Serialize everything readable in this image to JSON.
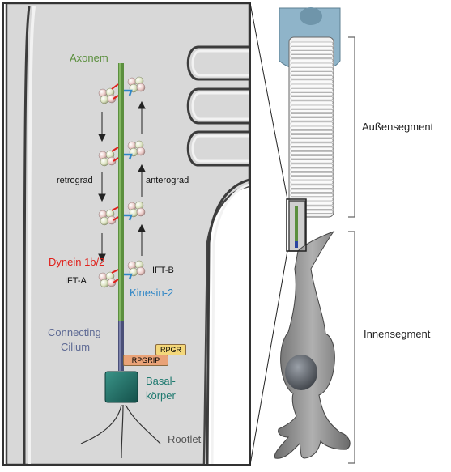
{
  "labels": {
    "axonem": "Axonem",
    "retrograd": "retrograd",
    "anterograd": "anterograd",
    "dynein": "Dynein 1b/2",
    "ift_a": "IFT-A",
    "ift_b": "IFT-B",
    "kinesin": "Kinesin-2",
    "connecting": "Connecting",
    "cilium": "Cilium",
    "rpgr": "RPGR",
    "rpgrip": "RPGRIP",
    "basal1": "Basal-",
    "basal2": "körper",
    "rootlet": "Rootlet",
    "aussensegment": "Außensegment",
    "innensegment": "Innensegment"
  },
  "colors": {
    "axoneme": "#5b8f3e",
    "dynein": "#e0201b",
    "kinesin": "#2f86c6",
    "basal_body": "#1f6b64",
    "cell_gray": "#8c8c8c",
    "outer_segment": "#eeeeee",
    "cap_blue": "#8fb4c9"
  }
}
